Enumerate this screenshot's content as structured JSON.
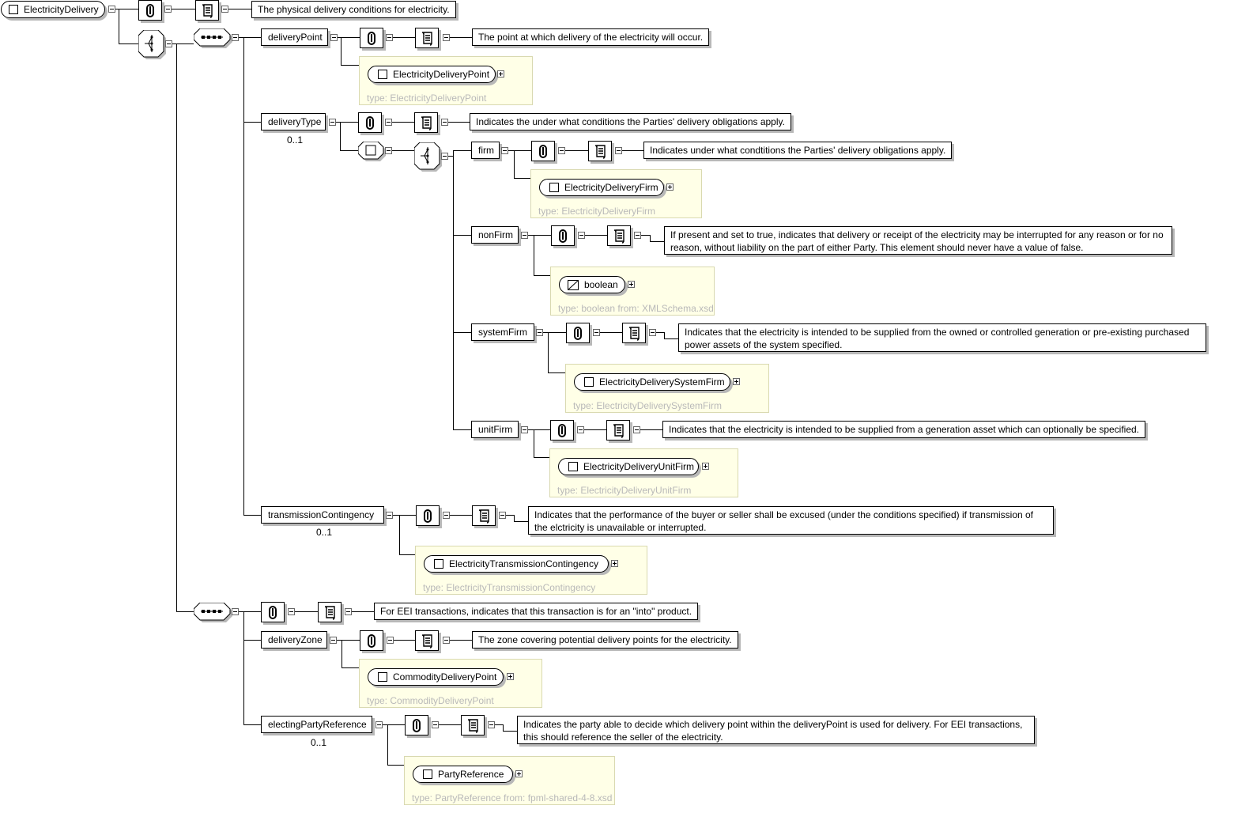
{
  "root": {
    "name": "ElectricityDelivery",
    "documentation": "The physical delivery conditions for electricity."
  },
  "first_sequence": {
    "deliveryPoint": {
      "name": "deliveryPoint",
      "documentation": "The point at which delivery of the electricity will occur.",
      "type_name": "ElectricityDeliveryPoint",
      "type_label": "type: ElectricityDeliveryPoint"
    },
    "deliveryType": {
      "name": "deliveryType",
      "cardinality": "0..1",
      "documentation": "Indicates the under what conditions the Parties' delivery obligations apply.",
      "choice": {
        "firm": {
          "name": "firm",
          "documentation": "Indicates under what condtitions the Parties' delivery obligations apply.",
          "type_name": "ElectricityDeliveryFirm",
          "type_label": "type: ElectricityDeliveryFirm"
        },
        "nonFirm": {
          "name": "nonFirm",
          "documentation": "If present and set to true, indicates that delivery or receipt of the electricity may be interrupted for any reason or for no reason, without liability on the part of either Party. This element should never have a value of false.",
          "type_name": "boolean",
          "type_label": "type: boolean from: XMLSchema.xsd"
        },
        "systemFirm": {
          "name": "systemFirm",
          "documentation": "Indicates that the electricity is intended to be supplied from the owned or controlled generation or pre-existing purchased power assets of the system specified.",
          "type_name": "ElectricityDeliverySystemFirm",
          "type_label": "type: ElectricityDeliverySystemFirm"
        },
        "unitFirm": {
          "name": "unitFirm",
          "documentation": "Indicates that the electricity is intended to be supplied from a generation asset which can optionally be specified.",
          "type_name": "ElectricityDeliveryUnitFirm",
          "type_label": "type: ElectricityDeliveryUnitFirm"
        }
      }
    },
    "transmissionContingency": {
      "name": "transmissionContingency",
      "cardinality": "0..1",
      "documentation": "Indicates that the performance of the buyer or seller shall be excused (under the conditions specified) if transmission of the elctricity is unavailable or interrupted.",
      "type_name": "ElectricityTransmissionContingency",
      "type_label": "type: ElectricityTransmissionContingency"
    }
  },
  "second_sequence": {
    "documentation": "For EEI transactions, indicates that this transaction is for an \"into\" product.",
    "deliveryZone": {
      "name": "deliveryZone",
      "documentation": "The zone covering potential delivery points for the electricity.",
      "type_name": "CommodityDeliveryPoint",
      "type_label": "type: CommodityDeliveryPoint"
    },
    "electingPartyReference": {
      "name": "electingPartyReference",
      "cardinality": "0..1",
      "documentation": "Indicates the party able to decide which delivery point within the deliveryPoint is used for delivery. For EEI transactions, this should reference the seller of the electricity.",
      "type_name": "PartyReference",
      "type_label": "type: PartyReference from: fpml-shared-4-8.xsd"
    }
  }
}
